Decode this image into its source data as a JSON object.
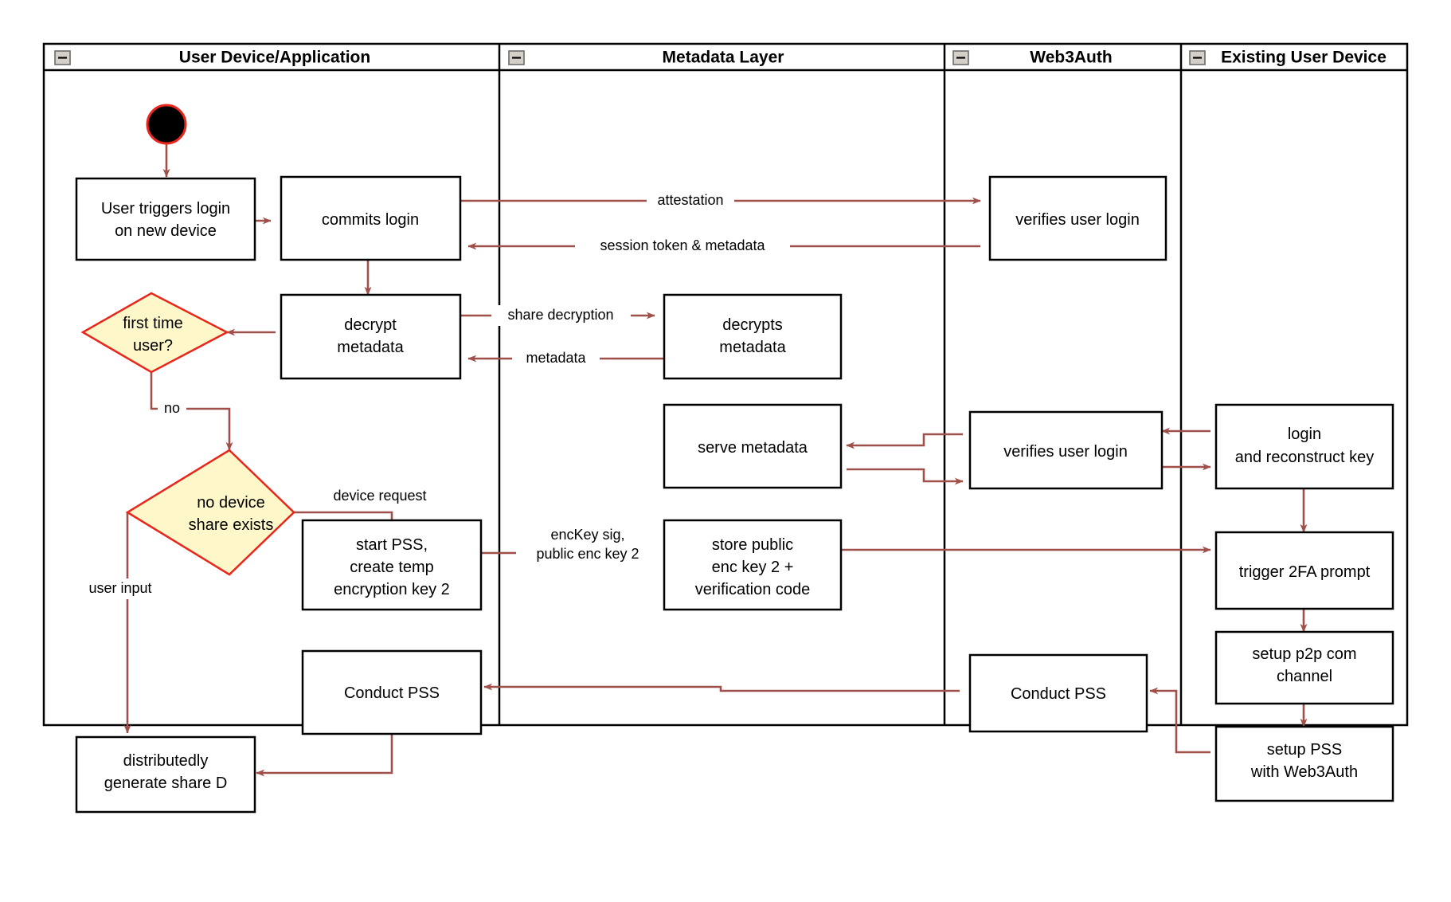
{
  "diagram": {
    "title": "Web3Auth new-device login and PSS flow",
    "colors": {
      "edge": "#a0504a",
      "decision_fill": "#fdf7c9",
      "decision_stroke": "#e8271c",
      "node_stroke": "#000000",
      "node_fill": "#ffffff",
      "start_fill": "#000000",
      "start_stroke": "#e8271c",
      "lane_stroke": "#000000",
      "collapse_fill": "#d4d0c8"
    },
    "lanes": [
      {
        "id": "lane-user-device",
        "label": "User Device/Application",
        "collapse_icon": "collapse-minus-icon"
      },
      {
        "id": "lane-metadata",
        "label": "Metadata Layer",
        "collapse_icon": "collapse-minus-icon"
      },
      {
        "id": "lane-web3auth",
        "label": "Web3Auth",
        "collapse_icon": "collapse-minus-icon"
      },
      {
        "id": "lane-existing-device",
        "label": "Existing User Device",
        "collapse_icon": "collapse-minus-icon"
      }
    ],
    "nodes": [
      {
        "id": "start",
        "type": "start",
        "lane": "lane-user-device",
        "label": ""
      },
      {
        "id": "user-triggers-login",
        "type": "process",
        "lane": "lane-user-device",
        "lines": [
          "User triggers login",
          "on new device"
        ]
      },
      {
        "id": "commits-login",
        "type": "process",
        "lane": "lane-user-device",
        "lines": [
          "commits login"
        ]
      },
      {
        "id": "verifies-user-login-1",
        "type": "process",
        "lane": "lane-web3auth",
        "lines": [
          "verifies user login"
        ]
      },
      {
        "id": "decrypt-metadata",
        "type": "process",
        "lane": "lane-user-device",
        "lines": [
          "decrypt",
          "metadata"
        ]
      },
      {
        "id": "decrypts-metadata",
        "type": "process",
        "lane": "lane-metadata",
        "lines": [
          "decrypts",
          "metadata"
        ]
      },
      {
        "id": "first-time-user",
        "type": "decision",
        "lane": "lane-user-device",
        "lines": [
          "first time",
          "user?"
        ]
      },
      {
        "id": "serve-metadata",
        "type": "process",
        "lane": "lane-metadata",
        "lines": [
          "serve metadata"
        ]
      },
      {
        "id": "verifies-user-login-2",
        "type": "process",
        "lane": "lane-web3auth",
        "lines": [
          "verifies user login"
        ]
      },
      {
        "id": "login-and-reconstruct-key",
        "type": "process",
        "lane": "lane-existing-device",
        "lines": [
          "login",
          "and reconstruct key"
        ]
      },
      {
        "id": "no-device-share-exists",
        "type": "decision",
        "lane": "lane-user-device",
        "lines": [
          "no device",
          "share exists"
        ]
      },
      {
        "id": "start-pss-create-temp-key",
        "type": "process",
        "lane": "lane-user-device",
        "lines": [
          "start PSS,",
          "create temp",
          "encryption key 2"
        ]
      },
      {
        "id": "store-public-enc-key",
        "type": "process",
        "lane": "lane-metadata",
        "lines": [
          "store public",
          "enc key 2 +",
          "verification code"
        ]
      },
      {
        "id": "trigger-2fa-prompt",
        "type": "process",
        "lane": "lane-existing-device",
        "lines": [
          "trigger 2FA prompt"
        ]
      },
      {
        "id": "setup-p2p-com-channel",
        "type": "process",
        "lane": "lane-existing-device",
        "lines": [
          "setup p2p com",
          "channel"
        ]
      },
      {
        "id": "conduct-pss-user",
        "type": "process",
        "lane": "lane-user-device",
        "lines": [
          "Conduct PSS"
        ]
      },
      {
        "id": "conduct-pss-web3auth",
        "type": "process",
        "lane": "lane-web3auth",
        "lines": [
          "Conduct PSS"
        ]
      },
      {
        "id": "setup-pss-with-web3auth",
        "type": "process",
        "lane": "lane-existing-device",
        "lines": [
          "setup PSS",
          "with Web3Auth"
        ]
      },
      {
        "id": "distributedly-generate-share-d",
        "type": "process",
        "lane": "lane-user-device",
        "lines": [
          "distributedly",
          "generate share D"
        ]
      }
    ],
    "edge_labels": {
      "attestation": "attestation",
      "session_token": "session token & metadata",
      "share_decryption": "share decryption",
      "metadata": "metadata",
      "no": "no",
      "device_request": "device request",
      "user_input": "user input",
      "enckey_sig_line1": "encKey sig,",
      "enckey_sig_line2": "public enc key 2"
    }
  }
}
